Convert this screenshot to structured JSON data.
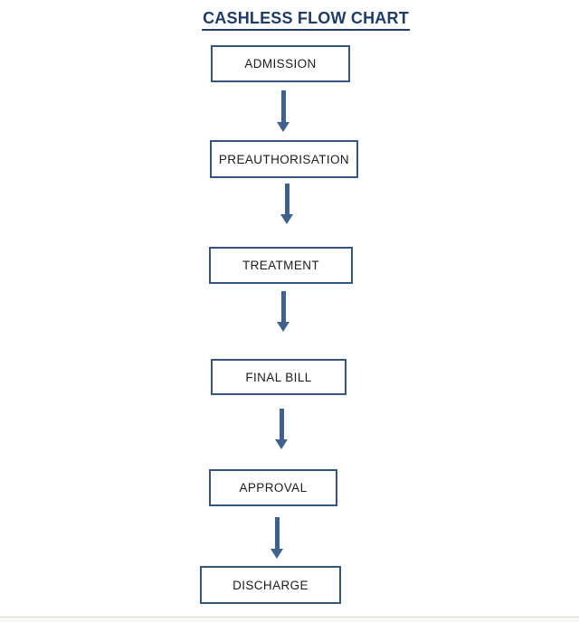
{
  "title": "CASHLESS FLOW CHART",
  "flow": {
    "connector": "down-arrow",
    "steps": [
      {
        "label": "ADMISSION"
      },
      {
        "label": "PREAUTHORISATION"
      },
      {
        "label": "TREATMENT"
      },
      {
        "label": "FINAL BILL"
      },
      {
        "label": "APPROVAL"
      },
      {
        "label": "DISCHARGE"
      }
    ]
  },
  "colors": {
    "title_text": "#1f3c66",
    "box_border": "#35557e",
    "box_text": "#1c1c1c",
    "arrow": "#40608d",
    "background": "#ffffff",
    "footer_line": "#dcdbd8",
    "footer_background": "#f7f7f4"
  }
}
